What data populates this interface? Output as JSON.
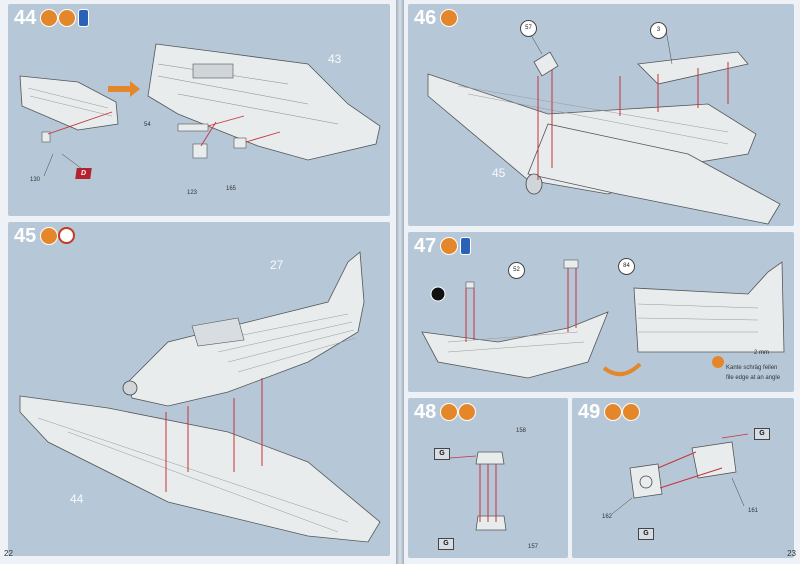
{
  "left_page": {
    "page_number": "22",
    "step44": {
      "number": "44",
      "parts": [
        "54",
        "123",
        "130",
        "165"
      ],
      "overlay": "43",
      "badge": "D"
    },
    "step45": {
      "number": "45",
      "overlay_fuselage": "27",
      "overlay_wing": "44"
    }
  },
  "right_page": {
    "page_number": "23",
    "step46": {
      "number": "46",
      "parts": [
        "57",
        "3"
      ],
      "overlay": "45"
    },
    "step47": {
      "number": "47",
      "parts": [
        "52",
        "84"
      ],
      "note_de": "Kante schräg feilen",
      "note_en": "file edge at an angle",
      "measure": "2 mm"
    },
    "step48": {
      "number": "48",
      "parts": [
        "158",
        "157"
      ],
      "badges": [
        "G",
        "G"
      ]
    },
    "step49": {
      "number": "49",
      "parts": [
        "162",
        "161"
      ],
      "badges": [
        "G",
        "G"
      ]
    }
  },
  "icons": [
    "paint-brush-icon",
    "paint-pot-icon",
    "glue-bottle-icon",
    "clock-icon"
  ],
  "colors": {
    "panel": "#b6c8d8",
    "paint_icon": "#e4872a",
    "glue_icon": "#2a62b8",
    "badge_d": "#b2232d",
    "arrow": "#c8323a",
    "clock_ring": "#c23b22"
  }
}
